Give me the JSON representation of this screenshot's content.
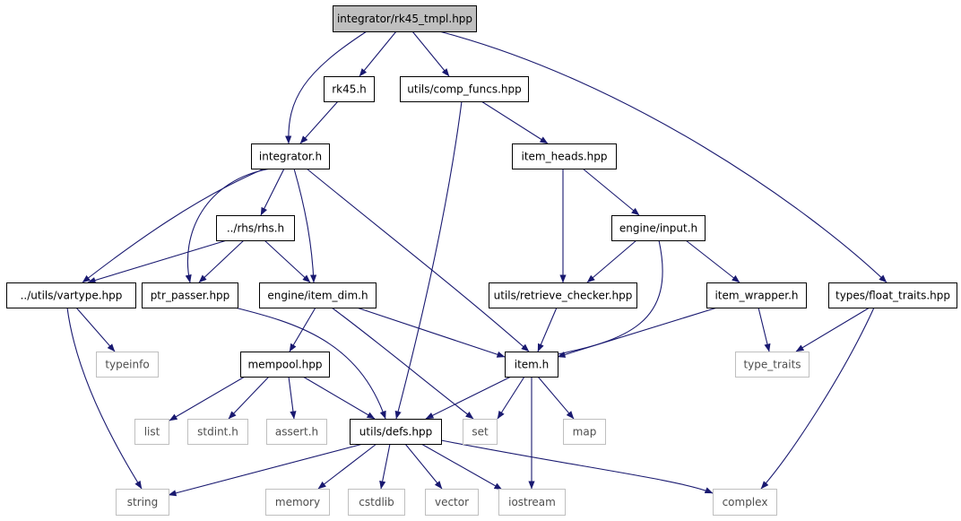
{
  "diagram": {
    "colors": {
      "edge": "#191970",
      "node_border": "#000000",
      "external_border": "#bfbfbf",
      "root_fill": "#bfbfbf",
      "text": "#000000",
      "external_text": "#4d4d4d"
    },
    "nodes": [
      {
        "id": "rk45_tmpl",
        "label": "integrator/rk45_tmpl.hpp",
        "kind": "root"
      },
      {
        "id": "rk45_h",
        "label": "rk45.h",
        "kind": "header"
      },
      {
        "id": "comp_funcs",
        "label": "utils/comp_funcs.hpp",
        "kind": "header"
      },
      {
        "id": "integrator_h",
        "label": "integrator.h",
        "kind": "header"
      },
      {
        "id": "item_heads",
        "label": "item_heads.hpp",
        "kind": "header"
      },
      {
        "id": "rhs_h",
        "label": "../rhs/rhs.h",
        "kind": "header"
      },
      {
        "id": "engine_input",
        "label": "engine/input.h",
        "kind": "header"
      },
      {
        "id": "vartype",
        "label": "../utils/vartype.hpp",
        "kind": "header"
      },
      {
        "id": "ptr_passer",
        "label": "ptr_passer.hpp",
        "kind": "header"
      },
      {
        "id": "item_dim",
        "label": "engine/item_dim.h",
        "kind": "header"
      },
      {
        "id": "retrieve_checker",
        "label": "utils/retrieve_checker.hpp",
        "kind": "header"
      },
      {
        "id": "item_wrapper",
        "label": "item_wrapper.h",
        "kind": "header"
      },
      {
        "id": "float_traits",
        "label": "types/float_traits.hpp",
        "kind": "header"
      },
      {
        "id": "typeinfo",
        "label": "typeinfo",
        "kind": "external"
      },
      {
        "id": "mempool",
        "label": "mempool.hpp",
        "kind": "header"
      },
      {
        "id": "item_h",
        "label": "item.h",
        "kind": "header"
      },
      {
        "id": "type_traits",
        "label": "type_traits",
        "kind": "external"
      },
      {
        "id": "list",
        "label": "list",
        "kind": "external"
      },
      {
        "id": "stdint",
        "label": "stdint.h",
        "kind": "external"
      },
      {
        "id": "assert",
        "label": "assert.h",
        "kind": "external"
      },
      {
        "id": "defs",
        "label": "utils/defs.hpp",
        "kind": "header"
      },
      {
        "id": "set",
        "label": "set",
        "kind": "external"
      },
      {
        "id": "map",
        "label": "map",
        "kind": "external"
      },
      {
        "id": "string",
        "label": "string",
        "kind": "external"
      },
      {
        "id": "memory",
        "label": "memory",
        "kind": "external"
      },
      {
        "id": "cstdlib",
        "label": "cstdlib",
        "kind": "external"
      },
      {
        "id": "vector",
        "label": "vector",
        "kind": "external"
      },
      {
        "id": "iostream",
        "label": "iostream",
        "kind": "external"
      },
      {
        "id": "complex",
        "label": "complex",
        "kind": "external"
      }
    ],
    "edges": [
      [
        "rk45_tmpl",
        "integrator_h"
      ],
      [
        "rk45_tmpl",
        "rk45_h"
      ],
      [
        "rk45_tmpl",
        "comp_funcs"
      ],
      [
        "rk45_tmpl",
        "float_traits"
      ],
      [
        "rk45_h",
        "integrator_h"
      ],
      [
        "comp_funcs",
        "item_heads"
      ],
      [
        "comp_funcs",
        "defs"
      ],
      [
        "integrator_h",
        "vartype"
      ],
      [
        "integrator_h",
        "ptr_passer"
      ],
      [
        "integrator_h",
        "rhs_h"
      ],
      [
        "integrator_h",
        "item_dim"
      ],
      [
        "integrator_h",
        "item_h"
      ],
      [
        "rhs_h",
        "vartype"
      ],
      [
        "rhs_h",
        "ptr_passer"
      ],
      [
        "rhs_h",
        "item_dim"
      ],
      [
        "item_heads",
        "retrieve_checker"
      ],
      [
        "item_heads",
        "engine_input"
      ],
      [
        "engine_input",
        "retrieve_checker"
      ],
      [
        "engine_input",
        "item_wrapper"
      ],
      [
        "engine_input",
        "item_h"
      ],
      [
        "retrieve_checker",
        "item_h"
      ],
      [
        "item_wrapper",
        "item_h"
      ],
      [
        "item_wrapper",
        "type_traits"
      ],
      [
        "float_traits",
        "type_traits"
      ],
      [
        "float_traits",
        "complex"
      ],
      [
        "vartype",
        "typeinfo"
      ],
      [
        "vartype",
        "string"
      ],
      [
        "ptr_passer",
        "defs"
      ],
      [
        "item_dim",
        "mempool"
      ],
      [
        "item_dim",
        "item_h"
      ],
      [
        "item_dim",
        "set"
      ],
      [
        "mempool",
        "list"
      ],
      [
        "mempool",
        "stdint"
      ],
      [
        "mempool",
        "assert"
      ],
      [
        "mempool",
        "defs"
      ],
      [
        "item_h",
        "defs"
      ],
      [
        "item_h",
        "set"
      ],
      [
        "item_h",
        "map"
      ],
      [
        "item_h",
        "iostream"
      ],
      [
        "defs",
        "string"
      ],
      [
        "defs",
        "memory"
      ],
      [
        "defs",
        "cstdlib"
      ],
      [
        "defs",
        "vector"
      ],
      [
        "defs",
        "iostream"
      ],
      [
        "defs",
        "complex"
      ]
    ]
  }
}
